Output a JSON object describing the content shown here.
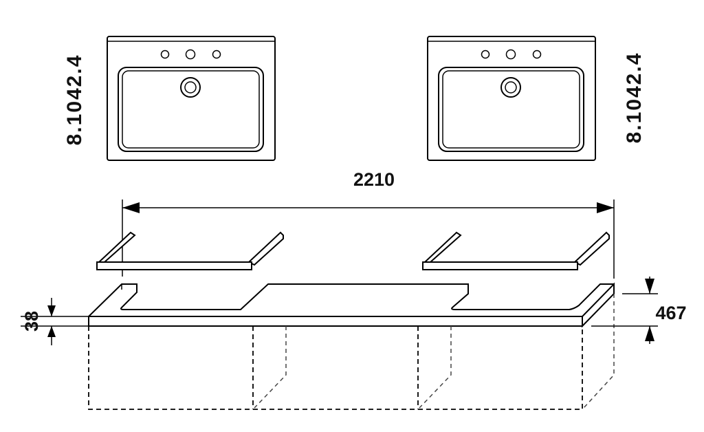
{
  "sinks": [
    {
      "code": "8.1042.4"
    },
    {
      "code": "8.1042.4"
    }
  ],
  "dimensions": {
    "width": "2210",
    "depth": "467",
    "thickness": "38"
  }
}
